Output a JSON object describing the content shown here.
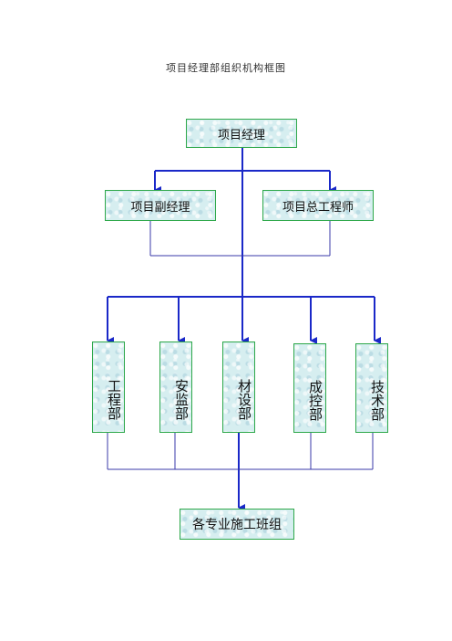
{
  "title": "项目经理部组织机构框图",
  "nodes": {
    "manager": "项目经理",
    "deputy_manager": "项目副经理",
    "chief_engineer": "项目总工程师",
    "engineering_dept": "工程部",
    "safety_dept": "安监部",
    "materials_dept": "材设部",
    "cost_control_dept": "成控部",
    "technical_dept": "技术部",
    "work_teams": "各专业施工班组"
  },
  "colors": {
    "box_border": "#2ea84a",
    "box_fill": "#d6eef0",
    "arrow_line": "#1a28c8",
    "plain_line": "#3a3aa8"
  }
}
